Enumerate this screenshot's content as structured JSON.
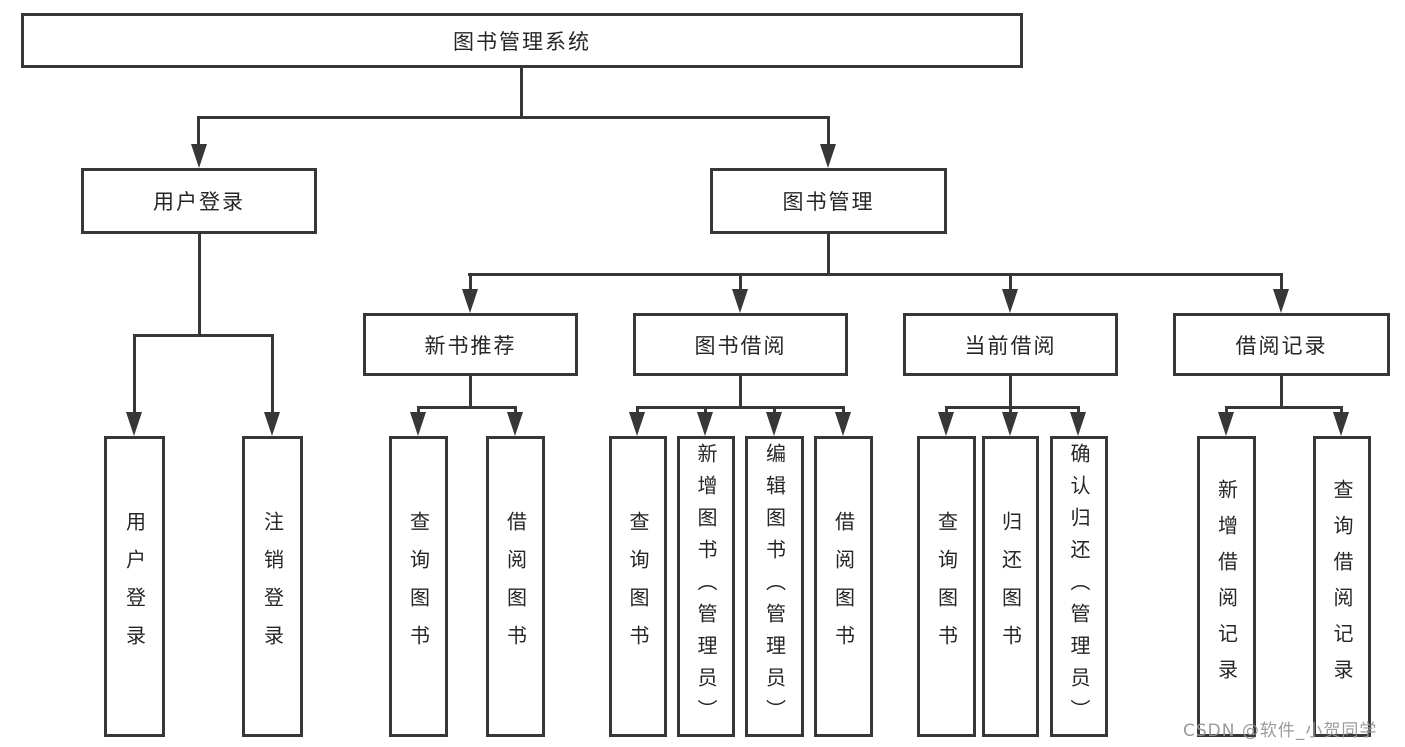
{
  "page": {
    "background_color": "#ffffff",
    "line_color": "#373737",
    "text_color": "#262626",
    "watermark_color": "#969696"
  },
  "nodes": {
    "root": {
      "label": "图书管理系统"
    },
    "user_login": {
      "label": "用户登录"
    },
    "book_management": {
      "label": "图书管理"
    },
    "new_book_recommend": {
      "label": "新书推荐"
    },
    "book_borrow": {
      "label": "图书借阅"
    },
    "current_borrow": {
      "label": "当前借阅"
    },
    "borrow_records": {
      "label": "借阅记录"
    },
    "leaf_user_login": {
      "label": "用户登录"
    },
    "leaf_logout": {
      "label": "注销登录"
    },
    "leaf_recommend_query_books": {
      "label": "查询图书"
    },
    "leaf_recommend_borrow_books": {
      "label": "借阅图书"
    },
    "leaf_borrow_query_books": {
      "label": "查询图书"
    },
    "leaf_borrow_add_books_admin": {
      "label": "新增图书（管理员）"
    },
    "leaf_borrow_edit_books_admin": {
      "label": "编辑图书（管理员）"
    },
    "leaf_borrow_borrow_books": {
      "label": "借阅图书"
    },
    "leaf_current_query_books": {
      "label": "查询图书"
    },
    "leaf_current_return_books": {
      "label": "归还图书"
    },
    "leaf_current_confirm_return_admin": {
      "label": "确认归还（管理员）"
    },
    "leaf_records_add_record": {
      "label": "新增借阅记录"
    },
    "leaf_records_query_record": {
      "label": "查询借阅记录"
    }
  },
  "edges": [
    {
      "from": "图书管理系统",
      "to": "用户登录"
    },
    {
      "from": "图书管理系统",
      "to": "图书管理"
    },
    {
      "from": "用户登录",
      "to": "用户登录"
    },
    {
      "from": "用户登录",
      "to": "注销登录"
    },
    {
      "from": "图书管理",
      "to": "新书推荐"
    },
    {
      "from": "图书管理",
      "to": "图书借阅"
    },
    {
      "from": "图书管理",
      "to": "当前借阅"
    },
    {
      "from": "图书管理",
      "to": "借阅记录"
    },
    {
      "from": "新书推荐",
      "to": "查询图书"
    },
    {
      "from": "新书推荐",
      "to": "借阅图书"
    },
    {
      "from": "图书借阅",
      "to": "查询图书"
    },
    {
      "from": "图书借阅",
      "to": "新增图书（管理员）"
    },
    {
      "from": "图书借阅",
      "to": "编辑图书（管理员）"
    },
    {
      "from": "图书借阅",
      "to": "借阅图书"
    },
    {
      "from": "当前借阅",
      "to": "查询图书"
    },
    {
      "from": "当前借阅",
      "to": "归还图书"
    },
    {
      "from": "当前借阅",
      "to": "确认归还（管理员）"
    },
    {
      "from": "借阅记录",
      "to": "新增借阅记录"
    },
    {
      "from": "借阅记录",
      "to": "查询借阅记录"
    }
  ],
  "watermark": {
    "text": "CSDN @软件_小贺同学"
  }
}
